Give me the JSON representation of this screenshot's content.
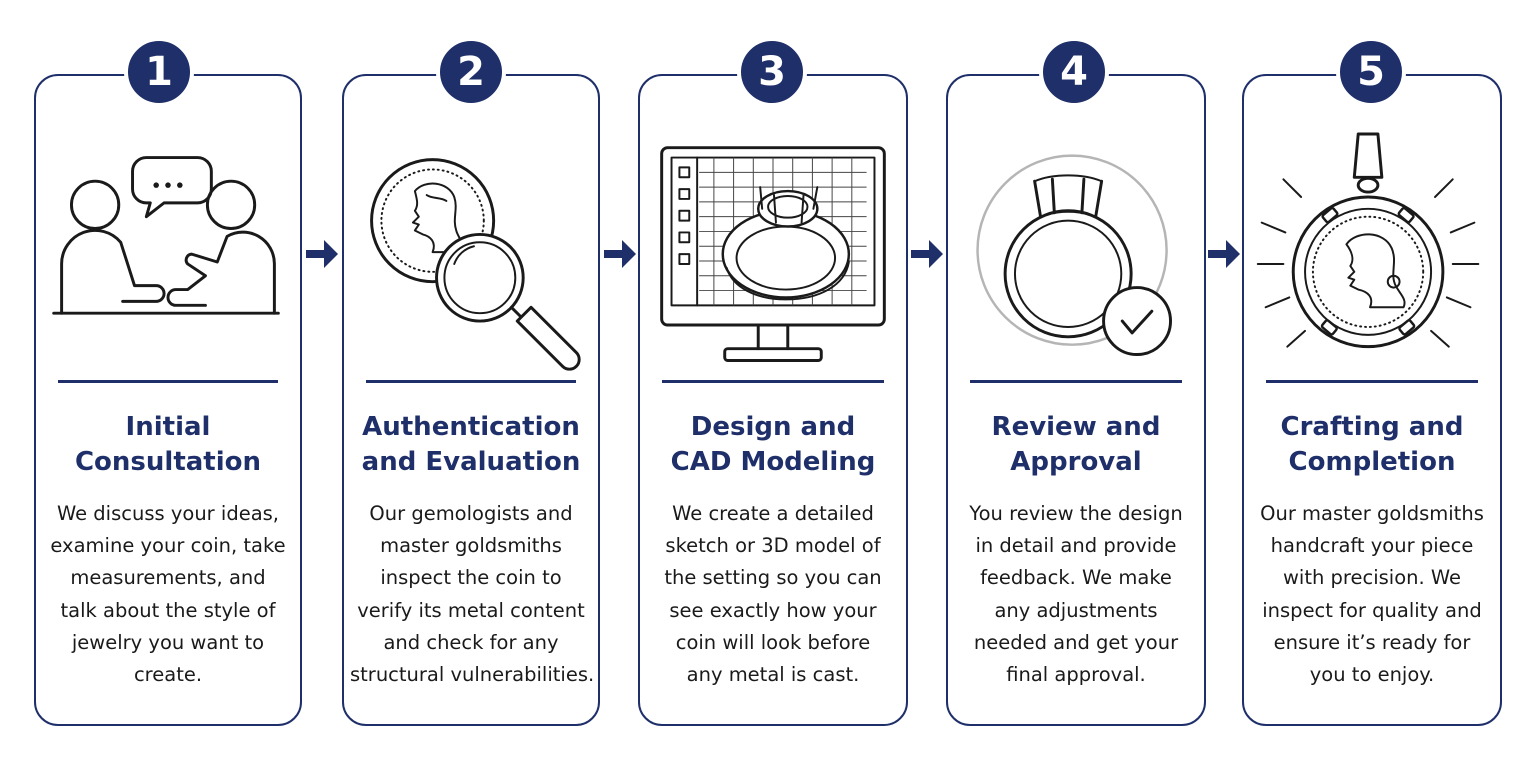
{
  "steps": [
    {
      "number": "1",
      "icon": "consultation-icon",
      "title": [
        "Initial",
        "Consultation"
      ],
      "desc": [
        "We discuss your ideas,",
        "examine your coin, take",
        "measurements, and",
        "talk about the style of",
        "jewelry you want to",
        "create."
      ]
    },
    {
      "number": "2",
      "icon": "magnifier-coin-icon",
      "title": [
        "Authentication",
        "and Evaluation"
      ],
      "desc": [
        "Our gemologists and",
        "master goldsmiths",
        "inspect the coin to",
        "verify its metal content",
        "and check for any",
        "structural vulnerabilities."
      ]
    },
    {
      "number": "3",
      "icon": "cad-monitor-icon",
      "title": [
        "Design and",
        "CAD Modeling"
      ],
      "desc": [
        "We create a detailed",
        "sketch or 3D model of",
        "the setting so you can",
        "see exactly how your",
        "coin will look before",
        "any metal is cast."
      ]
    },
    {
      "number": "4",
      "icon": "ring-approval-icon",
      "title": [
        "Review and",
        "Approval"
      ],
      "desc": [
        "You review the design",
        "in detail and provide",
        "feedback. We make",
        "any adjustments",
        "needed and get your",
        "final approval."
      ]
    },
    {
      "number": "5",
      "icon": "coin-pendant-icon",
      "title": [
        "Crafting and",
        "Completion"
      ],
      "desc": [
        "Our master goldsmiths",
        "handcraft your piece",
        "with precision. We",
        "inspect for quality and",
        "ensure it’s ready for",
        "you to enjoy."
      ]
    }
  ],
  "colors": {
    "accent": "#1e2f6a",
    "text": "#1a1a1a",
    "background": "#ffffff"
  }
}
